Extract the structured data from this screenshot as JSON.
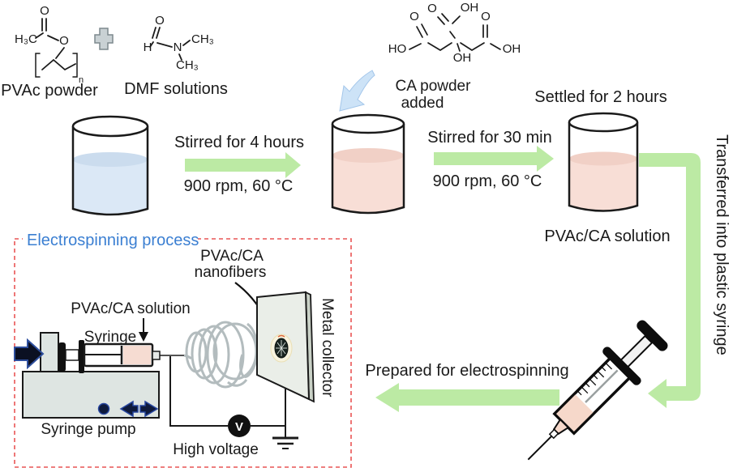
{
  "colors": {
    "arrow_green": "#bceaa4",
    "liquid_blue": "#dbe8f6",
    "liquid_blue_surface": "#cbdcee",
    "liquid_pink": "#f8ded6",
    "liquid_pink_surface": "#f1d0c6",
    "box_border_red": "#e95555",
    "title_blue": "#3b7fd2",
    "coil_gray": "#b3bcbe",
    "pump_gray": "#dee5e2",
    "navy_accent": "#2746a0",
    "swoosh_blue": "#cde3f7"
  },
  "icons": {
    "plus": "plus-icon",
    "ca_arrow": "curved-down-arrow-icon",
    "ground": "ground-symbol-icon"
  },
  "reagents": {
    "pvac": {
      "label": "PVAc powder",
      "atoms": {
        "h3c": "H₃C",
        "o_top": "O",
        "o_ester": "O",
        "n_sub": "n"
      }
    },
    "dmf": {
      "label": "DMF solutions",
      "atoms": {
        "o": "O",
        "h": "H",
        "n": "N",
        "ch3_a": "CH₃",
        "ch3_b": "CH₃"
      }
    },
    "citric": {
      "atoms": {
        "o1": "O",
        "oh1": "OH",
        "o2": "O",
        "o3": "O",
        "ho": "HO",
        "oh2": "OH",
        "oh3": "OH"
      }
    }
  },
  "steps": {
    "ca_powder_line1": "CA powder",
    "ca_powder_line2": "added",
    "settled": "Settled for 2 hours",
    "stir1_line1": "Stirred for 4 hours",
    "stir1_line2": "900 rpm, 60 °C",
    "stir2_line1": "Stirred for 30 min",
    "stir2_line2": "900 rpm, 60 °C",
    "solution_label": "PVAc/CA solution",
    "transferred": "Transferred into plastic syringe",
    "prepared": "Prepared for electrospinning"
  },
  "electrospinning": {
    "title": "Electrospinning process",
    "nanofibers_line1": "PVAc/CA",
    "nanofibers_line2": "nanofibers",
    "solution_label": "PVAc/CA solution",
    "syringe_label": "Syringe",
    "pump_label": "Syringe pump",
    "high_voltage_label": "High voltage",
    "metal_collector_label": "Metal collector",
    "voltmeter_symbol": "V"
  }
}
